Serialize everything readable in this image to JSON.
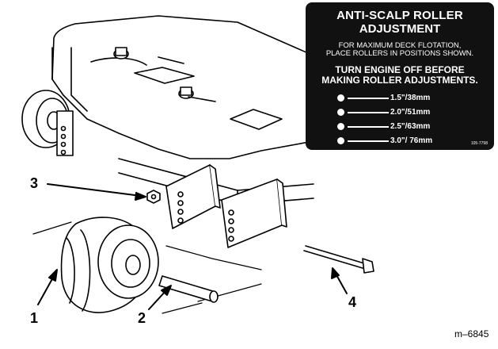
{
  "decal": {
    "title_line1": "ANTI-SCALP ROLLER",
    "title_line2": "ADJUSTMENT",
    "sub_line1": "FOR MAXIMUM DECK FLOTATION,",
    "sub_line2": "PLACE ROLLERS IN POSITIONS SHOWN.",
    "warn_line1": "TURN ENGINE OFF BEFORE",
    "warn_line2": "MAKING ROLLER ADJUSTMENTS.",
    "heights": [
      "1.5\"/38mm",
      "2.0\"/51mm",
      "2.5\"/63mm",
      "3.0\"/ 76mm"
    ],
    "part_code": "105-7798"
  },
  "callouts": {
    "c1": "1",
    "c2": "2",
    "c3": "3",
    "c4": "4"
  },
  "figure_id": "m–6845"
}
